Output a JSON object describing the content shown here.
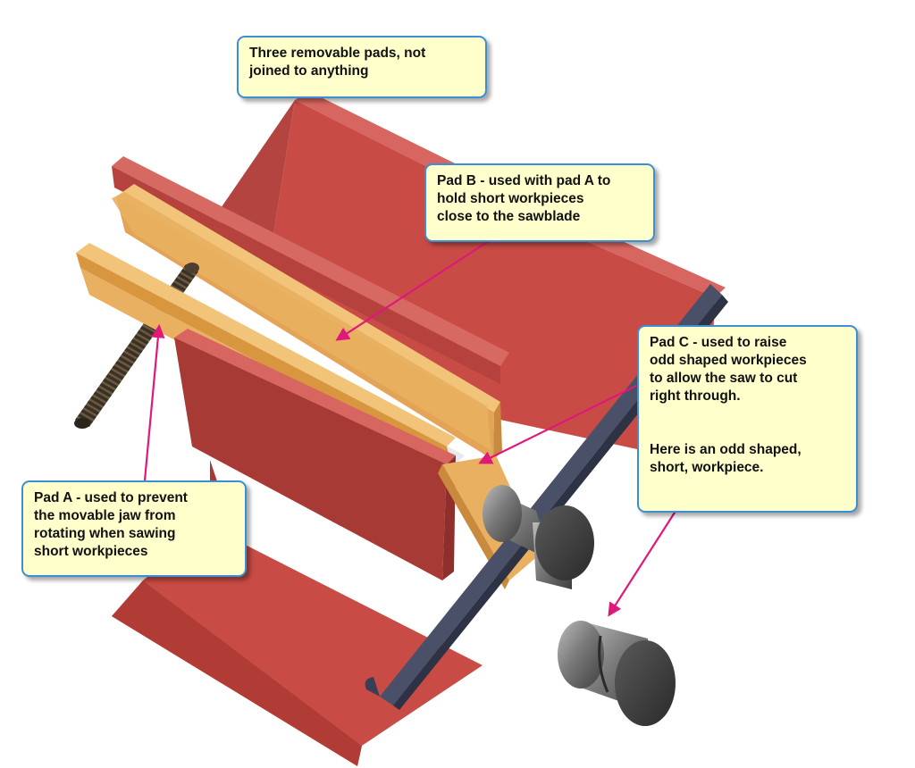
{
  "callouts": {
    "pads": {
      "lines": [
        "Three removable pads, not",
        "joined to anything"
      ]
    },
    "pad_b": {
      "lines": [
        "Pad B - used with pad A to",
        "hold short workpieces",
        "close to the sawblade"
      ]
    },
    "pad_c": {
      "lines": [
        "Pad C - used to raise",
        "odd shaped workpieces",
        "to allow the saw to cut",
        "right through."
      ]
    },
    "workpiece": {
      "lines": [
        "Here is an odd shaped,",
        "short, workpiece."
      ]
    },
    "pad_a": {
      "lines": [
        "Pad A - used to prevent",
        "the movable jaw from",
        "rotating when sawing",
        "short workpieces"
      ]
    }
  },
  "colors": {
    "jaw_red": "#c84b45",
    "pad_wood": "#e8b060",
    "blade": "#4a5068",
    "callout_fill": "#ffffcc",
    "callout_border": "#3b8fd4",
    "arrow": "#e0187a"
  }
}
